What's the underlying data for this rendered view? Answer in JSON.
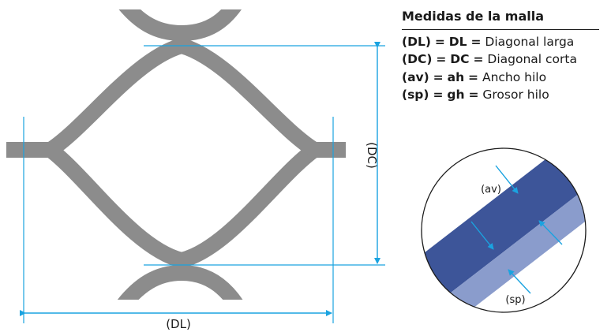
{
  "legend": {
    "title": "Medidas de la malla",
    "equals": "=",
    "rows": [
      {
        "code": "(DL)",
        "abbr": "DL",
        "description": "Diagonal larga"
      },
      {
        "code": "(DC)",
        "abbr": "DC",
        "description": "Diagonal corta"
      },
      {
        "code": "(av)",
        "abbr": "ah",
        "description": "Ancho hilo"
      },
      {
        "code": "(sp)",
        "abbr": "gh",
        "description": "Grosor hilo"
      }
    ]
  },
  "dimensions": {
    "long_diagonal": "(DL)",
    "short_diagonal": "(DC)"
  },
  "detail": {
    "strand_width_label": "(av)",
    "strand_thickness_label": "(sp)"
  },
  "colors": {
    "mesh": "#8c8c8c",
    "arrow": "#1aa3e0",
    "strand_face": "#3d5599",
    "strand_edge": "#8a9ccc"
  }
}
